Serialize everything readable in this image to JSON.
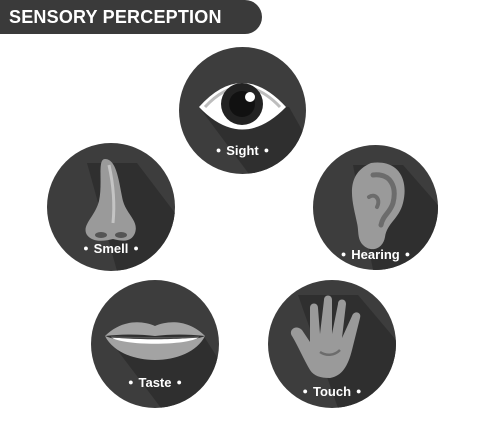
{
  "header": {
    "title": "SENSORY PERCEPTION"
  },
  "senses": [
    {
      "id": "sight",
      "label": "Sight",
      "icon": "eye-icon"
    },
    {
      "id": "hearing",
      "label": "Hearing",
      "icon": "ear-icon"
    },
    {
      "id": "smell",
      "label": "Smell",
      "icon": "nose-icon"
    },
    {
      "id": "taste",
      "label": "Taste",
      "icon": "lips-icon"
    },
    {
      "id": "touch",
      "label": "Touch",
      "icon": "hand-icon"
    }
  ],
  "colors": {
    "circle": "#3d3d3d",
    "shadow": "#2f2f2f",
    "banner": "#3a3a3a",
    "text": "#ffffff"
  }
}
